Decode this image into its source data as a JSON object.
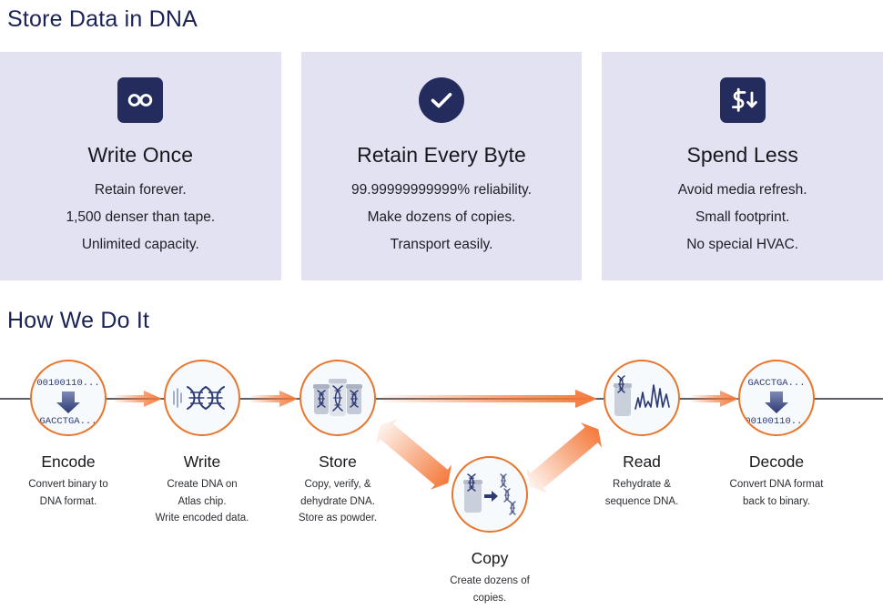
{
  "colors": {
    "navy": "#1b2356",
    "card_bg": "#e2e2f2",
    "orange": "#e8762c",
    "arrow_orange": "#f4793a",
    "rail_gray": "#5d6068",
    "node_bg": "#f7fafc",
    "icon_navy": "#232c5c"
  },
  "headings": {
    "store_data": "Store Data in DNA",
    "how_we_do_it": "How We Do It"
  },
  "cards": [
    {
      "icon": "infinity-icon",
      "icon_shape": "rounded-square",
      "title": "Write Once",
      "lines": [
        "Retain forever.",
        "1,500 denser than tape.",
        "Unlimited capacity."
      ]
    },
    {
      "icon": "check-circle-icon",
      "icon_shape": "circle",
      "title": "Retain Every Byte",
      "lines": [
        "99.99999999999% reliability.",
        "Make dozens of copies.",
        "Transport easily."
      ]
    },
    {
      "icon": "dollar-down-arrow-icon",
      "icon_shape": "rounded-square",
      "title": "Spend Less",
      "lines": [
        "Avoid media refresh.",
        "Small footprint.",
        "No special HVAC."
      ]
    }
  ],
  "flow": {
    "steps": [
      {
        "id": "encode",
        "icon": "binary-to-dna-icon",
        "icon_text_top": "00100110...",
        "icon_text_bottom": "GACCTGA...",
        "name": "Encode",
        "desc": [
          "Convert binary to",
          "DNA format."
        ]
      },
      {
        "id": "write",
        "icon": "dna-helix-icon",
        "name": "Write",
        "desc": [
          "Create DNA on",
          "Atlas chip.",
          "Write encoded data."
        ]
      },
      {
        "id": "store",
        "icon": "dna-vials-icon",
        "name": "Store",
        "desc": [
          "Copy, verify, &",
          "dehydrate DNA.",
          "Store as powder."
        ]
      },
      {
        "id": "copy",
        "icon": "vial-to-copies-icon",
        "name": "Copy",
        "desc": [
          "Create dozens of",
          "copies."
        ]
      },
      {
        "id": "read",
        "icon": "sequence-trace-icon",
        "name": "Read",
        "desc": [
          "Rehydrate &",
          "sequence DNA."
        ]
      },
      {
        "id": "decode",
        "icon": "dna-to-binary-icon",
        "icon_text_top": "GACCTGA...",
        "icon_text_bottom": "00100110...",
        "name": "Decode",
        "desc": [
          "Convert DNA format",
          "back to binary."
        ]
      }
    ]
  }
}
